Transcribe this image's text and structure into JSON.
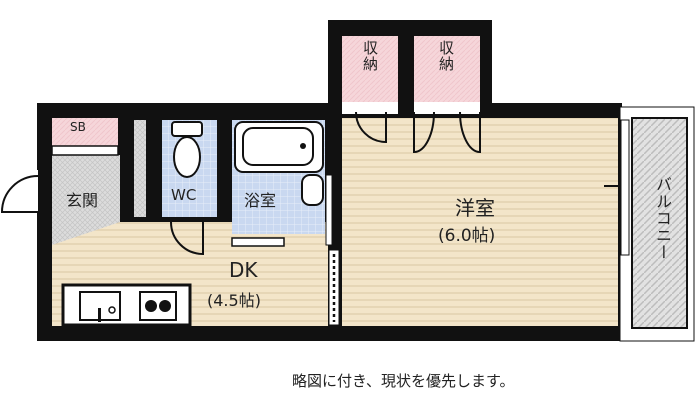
{
  "rooms": {
    "sb": "SB",
    "entrance": "玄関",
    "wc": "WC",
    "bath": "浴室",
    "dk_name": "DK",
    "dk_size": "(4.5帖)",
    "western_name": "洋室",
    "western_size": "(6.0帖)",
    "closet1": "収納",
    "closet2": "収納",
    "balcony": "バルコニー"
  },
  "note": "略図に付き、現状を優先します。",
  "colors": {
    "wall": "#111111",
    "floor_wood": "#f3e5c9",
    "wood_line": "#d9c6a3",
    "tile_blue": "#c9d8f0",
    "storage_pink": "#f6d6da",
    "hatch_gray": "#d8d8d8"
  }
}
